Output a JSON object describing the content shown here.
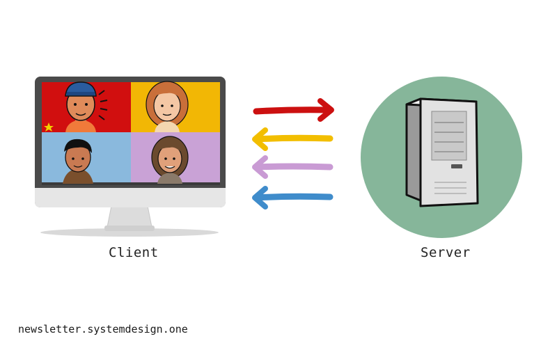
{
  "labels": {
    "client": "Client",
    "server": "Server",
    "footer": "newsletter.systemdesign.one"
  },
  "colors": {
    "monitor_frame": "#4a4a4a",
    "monitor_base": "#e6e6e6",
    "tile_red": "#d10f0f",
    "tile_yellow": "#f2b705",
    "tile_blue": "#8ab9dd",
    "tile_purple": "#c9a2d6",
    "server_circle": "#86b69a",
    "arrow_red": "#cc1010",
    "arrow_yellow": "#f2be00",
    "arrow_purple": "#c99bd4",
    "arrow_blue": "#3f8ccb"
  },
  "icons": [
    "computer-monitor-icon",
    "video-call-participant-icon",
    "server-tower-icon",
    "arrow-right-icon",
    "arrow-left-icon"
  ]
}
